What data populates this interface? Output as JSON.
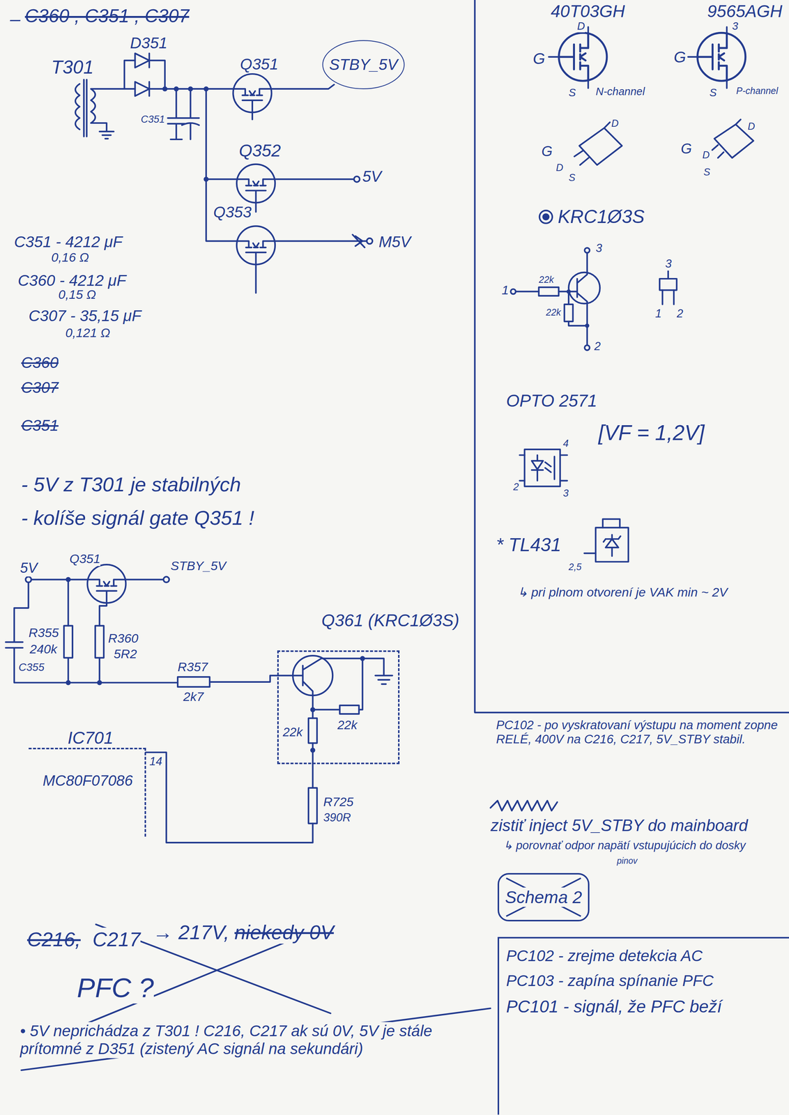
{
  "diagram": {
    "nodes": [
      {
        "text": [
          "STBY_5V"
        ]
      },
      {
        "text": [
          "Q361 (KRC1Ø3S)"
        ]
      },
      {
        "text": [
          "IC701",
          "MC80F07086"
        ]
      },
      {
        "text": [
          "Schema 2"
        ]
      },
      {
        "text": [
          "PC102 - zrejme detekcia AC",
          "PC103 - zapína spínanie PFC",
          "PC101 - signál, že PFC beží"
        ]
      }
    ],
    "labels": [
      "–",
      "C360 , C351 , C307",
      "T301",
      "D351",
      "C351",
      "Q351",
      "Q352",
      "5V",
      "Q353",
      "M5V",
      "C351 - 4212 μF",
      "0,16 Ω",
      "C360 - 4212 μF",
      "0,15 Ω",
      "C307 - 35,15 μF",
      "0,121 Ω",
      "C360",
      "C307",
      "C351",
      "- 5V z T301 je stabilných",
      "- kolíše signál gate Q351 !",
      "5V",
      "Q351",
      "STBY_5V",
      "C355",
      "R355",
      "240k",
      "R360",
      "5R2",
      "R357",
      "2k7",
      "22k",
      "22k",
      "14",
      "R725",
      "390R",
      "40T03GH",
      "9565AGH",
      "D",
      "G",
      "S",
      "N-channel",
      "3",
      "G",
      "S",
      "P-channel",
      "D",
      "G",
      "D",
      "S",
      "D",
      "G",
      "D",
      "S",
      "KRC1Ø3S",
      "3",
      "1",
      "22k",
      "22k",
      "2",
      "3",
      "1",
      "2",
      "OPTO 2571",
      "[VF = 1,2V]",
      "4",
      "2",
      "3",
      "* TL431",
      "2,5",
      "↳ pri plnom otvorení je VAK min ~ 2V",
      "PC102 - po vyskratovaní výstupu na moment zopne RELÉ, 400V na C216, C217, 5V_STBY stabil.",
      "zistiť inject 5V_STBY do mainboard",
      "↳ porovnať odpor napätí vstupujúcich do dosky",
      "pinov",
      "C216,",
      "C217",
      "→ 217V,",
      "niekedy 0V",
      "PFC ?",
      "• 5V neprichádza z T301 ! C216, C217 ak sú 0V, 5V je stále prítomné z D351 (zistený AC signál na sekundári)"
    ]
  }
}
